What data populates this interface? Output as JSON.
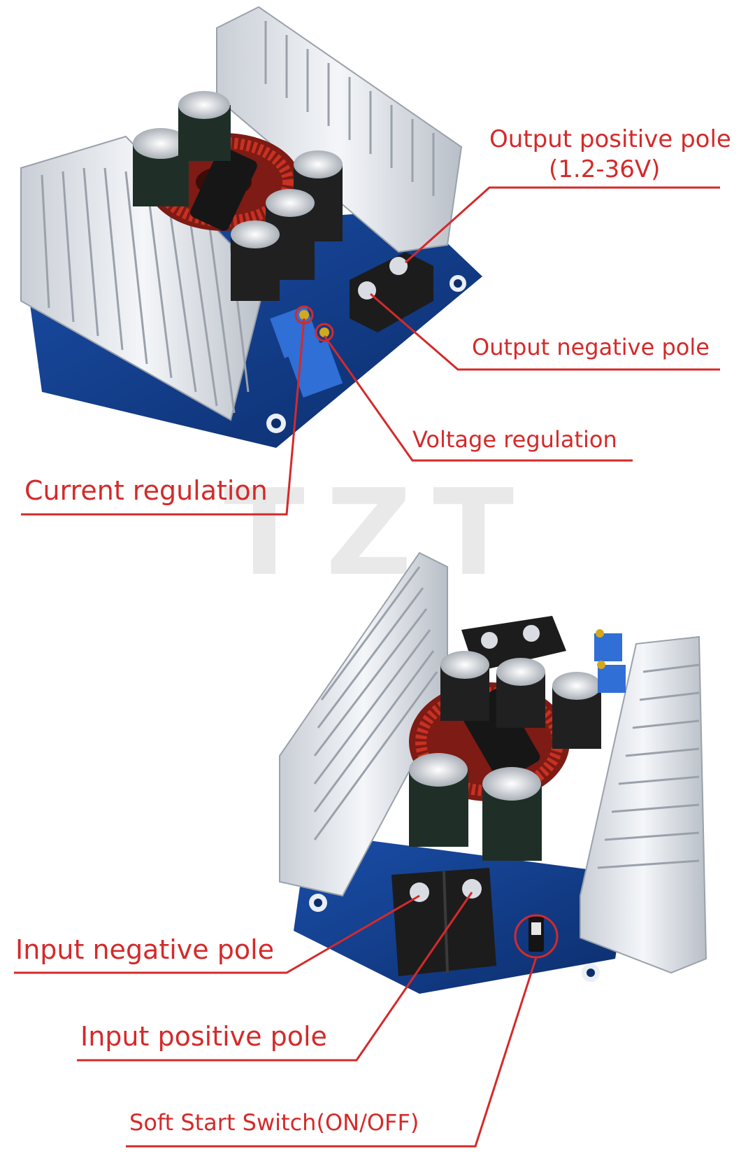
{
  "watermark": {
    "text": "TZT"
  },
  "labels": {
    "output_positive_line1": "Output positive pole",
    "output_positive_line2": "(1.2-36V)",
    "output_negative": "Output negative pole",
    "voltage_regulation": "Voltage regulation",
    "current_regulation": "Current regulation",
    "input_negative": "Input negative pole",
    "input_positive": "Input positive pole",
    "soft_start_switch": "Soft Start Switch(ON/OFF)"
  },
  "colors": {
    "label_red": "#d42a2a",
    "pcb_blue": "#123d8a",
    "heatsink_silver": "#e6e9ee",
    "coil_copper": "#b5261d",
    "capacitor_dark": "#1f2f28",
    "terminal_black": "#1c1c1c",
    "pot_blue": "#2f6fd6"
  }
}
